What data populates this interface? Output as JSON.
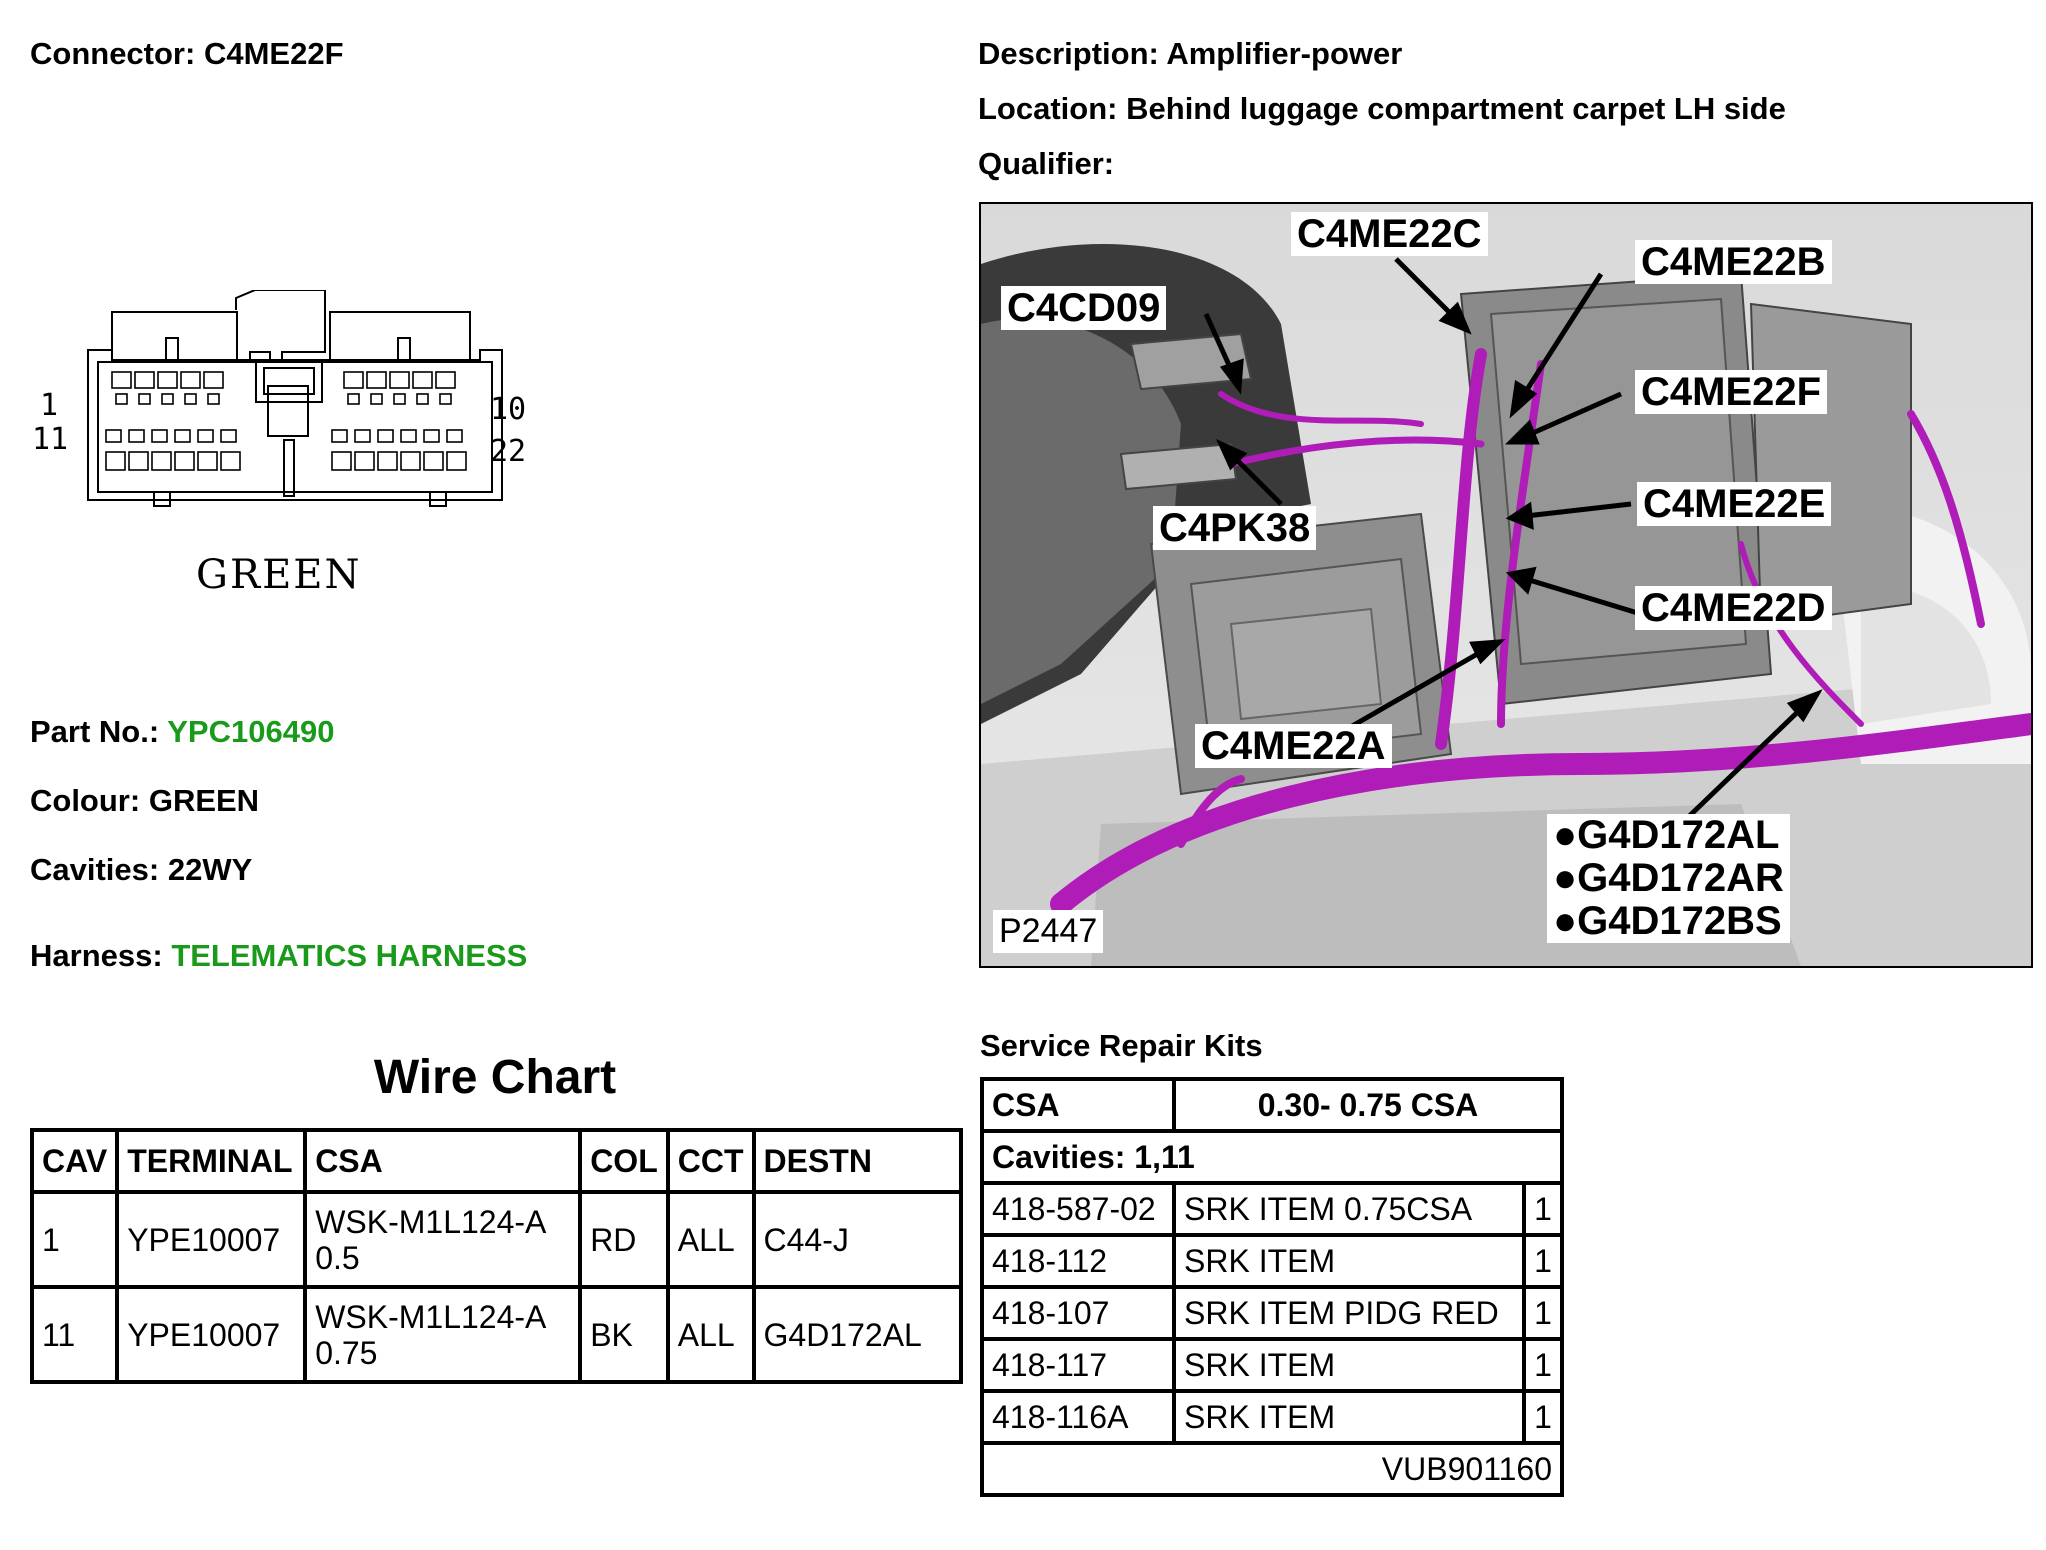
{
  "connector": {
    "label": "Connector:",
    "value": "C4ME22F"
  },
  "description": {
    "label": "Description:",
    "value": "Amplifier-power"
  },
  "location": {
    "label": "Location:",
    "value": "Behind luggage compartment carpet LH side"
  },
  "qualifier": {
    "label": "Qualifier:",
    "value": ""
  },
  "connector_face": {
    "pin_left_top": "1",
    "pin_left_bottom": "11",
    "pin_right_top": "10",
    "pin_right_bottom": "22",
    "color_label": "GREEN"
  },
  "part_no": {
    "label": "Part No.:",
    "value": "YPC106490"
  },
  "colour": {
    "label": "Colour:",
    "value": "GREEN"
  },
  "cavities": {
    "label": "Cavities:",
    "value": "22WY"
  },
  "harness": {
    "label": "Harness:",
    "value": "TELEMATICS HARNESS"
  },
  "colors": {
    "link_green": "#1a9a1a",
    "harness_magenta": "#b01cb8"
  },
  "wire_chart": {
    "title": "Wire Chart",
    "headers": [
      "CAV",
      "TERMINAL",
      "CSA",
      "COL",
      "CCT",
      "DESTN"
    ],
    "rows": [
      {
        "cav": "1",
        "terminal": "YPE10007",
        "csa_line1": "WSK-M1L124-A",
        "csa_line2": "0.5",
        "col": "RD",
        "cct": "ALL",
        "destn": "C44-J"
      },
      {
        "cav": "11",
        "terminal": "YPE10007",
        "csa_line1": "WSK-M1L124-A",
        "csa_line2": "0.75",
        "col": "BK",
        "cct": "ALL",
        "destn": "G4D172AL"
      }
    ]
  },
  "service_kits": {
    "title": "Service Repair Kits",
    "csa_header": "CSA",
    "csa_value": "0.30- 0.75 CSA",
    "cavities_row": "Cavities: 1,11",
    "items": [
      {
        "part": "418-587-02",
        "desc": "SRK ITEM 0.75CSA",
        "qty": "1"
      },
      {
        "part": "418-112",
        "desc": "SRK ITEM",
        "qty": "1"
      },
      {
        "part": "418-107",
        "desc": "SRK ITEM PIDG RED",
        "qty": "1"
      },
      {
        "part": "418-117",
        "desc": "SRK ITEM",
        "qty": "1"
      },
      {
        "part": "418-116A",
        "desc": "SRK ITEM",
        "qty": "1"
      }
    ],
    "footer_ref": "VUB901160"
  },
  "location_image": {
    "callouts": {
      "c4me22c": "C4ME22C",
      "c4me22b": "C4ME22B",
      "c4cd09": "C4CD09",
      "c4me22f": "C4ME22F",
      "c4pk38": "C4PK38",
      "c4me22e": "C4ME22E",
      "c4me22d": "C4ME22D",
      "c4me22a": "C4ME22A"
    },
    "grounds": [
      "●G4D172AL",
      "●G4D172AR",
      "●G4D172BS"
    ],
    "figure_ref": "P2447"
  }
}
